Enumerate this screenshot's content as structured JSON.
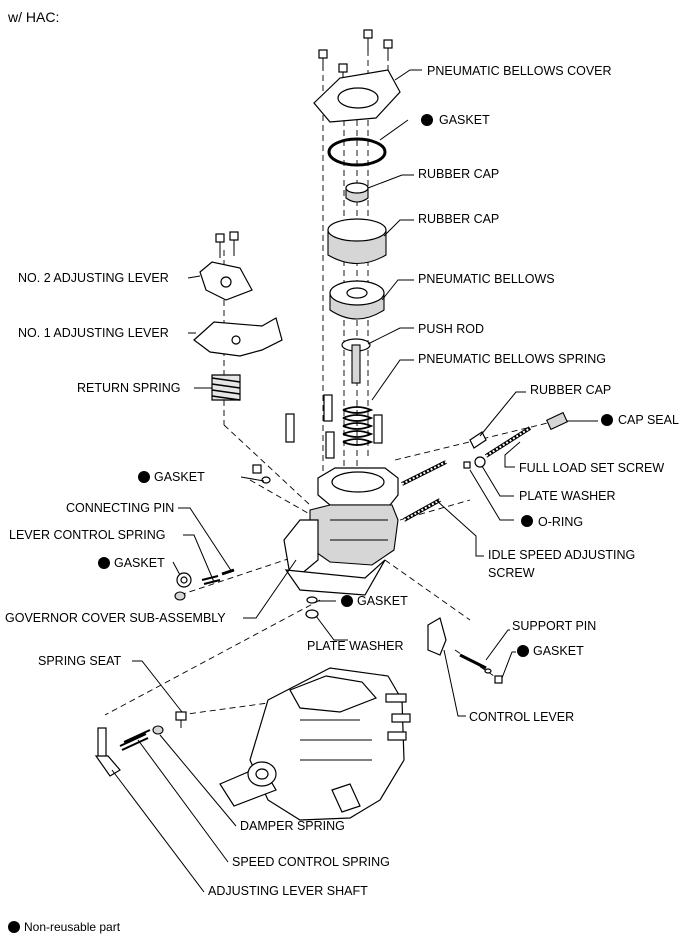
{
  "header": {
    "title": "w/ HAC:"
  },
  "labels": {
    "pneumatic_bellows_cover": "PNEUMATIC BELLOWS COVER",
    "gasket_top": "GASKET",
    "rubber_cap_1": "RUBBER CAP",
    "rubber_cap_2": "RUBBER CAP",
    "pneumatic_bellows": "PNEUMATIC BELLOWS",
    "push_rod": "PUSH ROD",
    "pneumatic_bellows_spring": "PNEUMATIC BELLOWS SPRING",
    "rubber_cap_3": "RUBBER CAP",
    "cap_seal": "CAP SEAL",
    "full_load_set_screw": "FULL LOAD SET SCREW",
    "plate_washer_right": "PLATE WASHER",
    "o_ring": "O-RING",
    "idle_speed_adjusting_screw_1": "IDLE SPEED ADJUSTING",
    "idle_speed_adjusting_screw_2": "SCREW",
    "no2_adjusting_lever": "NO. 2 ADJUSTING LEVER",
    "no1_adjusting_lever": "NO. 1 ADJUSTING LEVER",
    "return_spring": "RETURN SPRING",
    "gasket_left": "GASKET",
    "connecting_pin": "CONNECTING PIN",
    "lever_control_spring": "LEVER CONTROL SPRING",
    "gasket_lower_left": "GASKET",
    "governor_cover_sub_assembly": "GOVERNOR COVER SUB-ASSEMBLY",
    "gasket_center": "GASKET",
    "plate_washer_center": "PLATE WASHER",
    "support_pin": "SUPPORT PIN",
    "gasket_right": "GASKET",
    "control_lever": "CONTROL LEVER",
    "spring_seat": "SPRING SEAT",
    "damper_spring": "DAMPER SPRING",
    "speed_control_spring": "SPEED CONTROL SPRING",
    "adjusting_lever_shaft": "ADJUSTING LEVER SHAFT"
  },
  "legend": {
    "text": "Non-reusable part",
    "marker": "filled-circle"
  },
  "colors": {
    "ink": "#000000",
    "background": "#ffffff",
    "shade": "#d6d6d6"
  }
}
